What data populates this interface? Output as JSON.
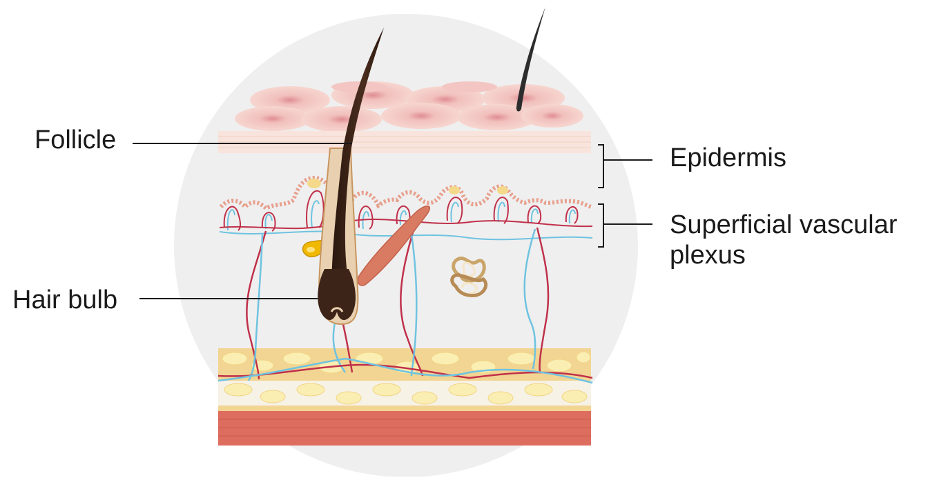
{
  "diagram": {
    "labels": {
      "follicle": "Follicle",
      "hair_bulb": "Hair bulb",
      "epidermis": "Epidermis",
      "superficial_vascular_plexus_line1": "Superficial vascular",
      "superficial_vascular_plexus_line2": "plexus"
    },
    "colors": {
      "background_circle": "#efefef",
      "skin_scales": "#f3c6c3",
      "epidermis_band": "#f8e4dc",
      "artery": "#c0304a",
      "vein": "#6fc3e0",
      "hair": "#3d2418",
      "fat_layer": "#f2d593",
      "fat_cells": "#fbeeb2",
      "muscle_layer": "#dd6e5f",
      "sebaceous_gland": "#f0b800",
      "arrector_muscle": "#d97a62",
      "leader_line": "#1a1a1a"
    }
  }
}
